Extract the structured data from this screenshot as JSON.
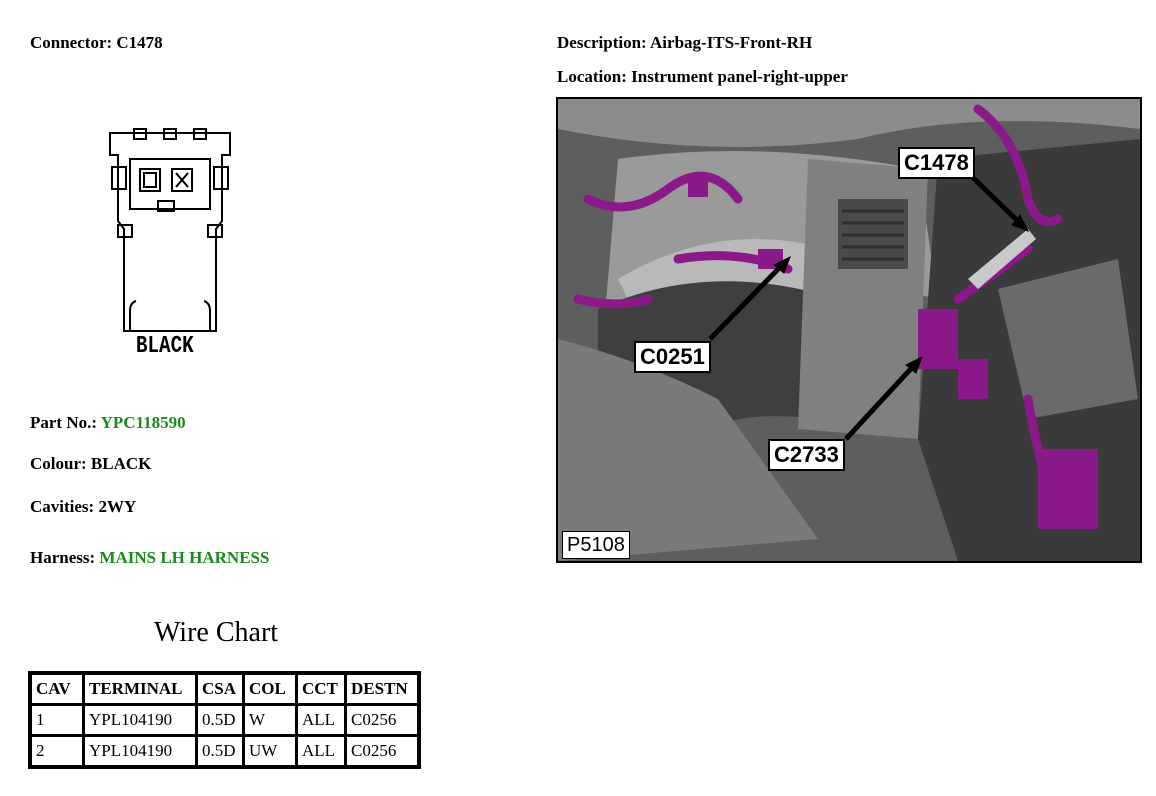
{
  "header": {
    "connector_label": "Connector:",
    "connector_value": "C1478",
    "description_label": "Description:",
    "description_value": "Airbag-ITS-Front-RH",
    "location_label": "Location:",
    "location_value": "Instrument panel-right-upper"
  },
  "connector_drawing": {
    "colour_text": "BLACK"
  },
  "details": {
    "part_label": "Part No.:",
    "part_value": "YPC118590",
    "colour_label": "Colour:",
    "colour_value": "BLACK",
    "cavities_label": "Cavities:",
    "cavities_value": "2WY",
    "harness_label": "Harness:",
    "harness_value": "MAINS LH HARNESS"
  },
  "wire_chart": {
    "title": "Wire Chart",
    "columns": [
      "CAV",
      "TERMINAL",
      "CSA",
      "COL",
      "CCT",
      "DESTN"
    ],
    "rows": [
      [
        "1",
        "YPL104190",
        "0.5D",
        "W",
        "ALL",
        "C0256"
      ],
      [
        "2",
        "YPL104190",
        "0.5D",
        "UW",
        "ALL",
        "C0256"
      ]
    ]
  },
  "photo": {
    "callouts": [
      "C1478",
      "C0251",
      "C2733"
    ],
    "figure_id": "P5108"
  },
  "colors": {
    "link_green": "#1b8a1b",
    "harness_purple": "#8a1a8a"
  }
}
